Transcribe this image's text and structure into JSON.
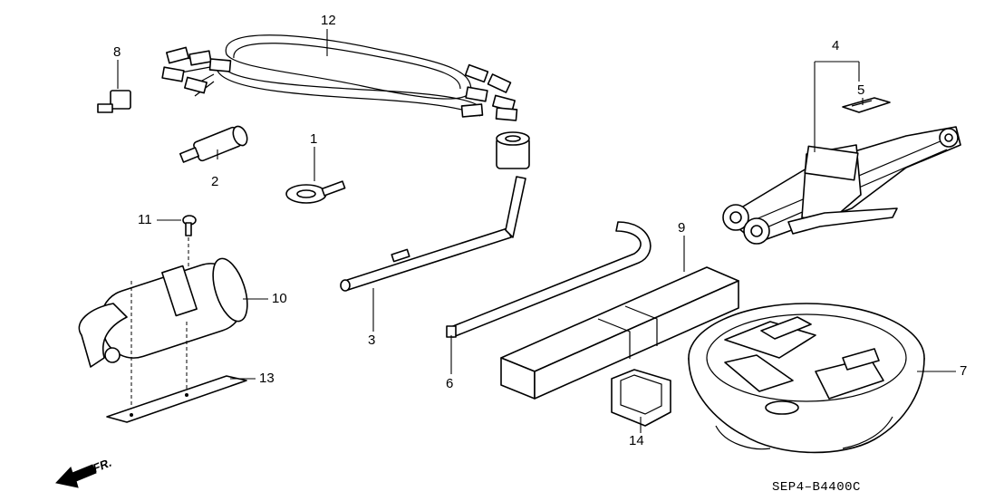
{
  "diagram": {
    "drawing_code": "SEP4–B4400C",
    "direction_label": "FR.",
    "callouts": [
      {
        "id": "1",
        "label": "1"
      },
      {
        "id": "2",
        "label": "2"
      },
      {
        "id": "3",
        "label": "3"
      },
      {
        "id": "4",
        "label": "4"
      },
      {
        "id": "5",
        "label": "5"
      },
      {
        "id": "6",
        "label": "6"
      },
      {
        "id": "7",
        "label": "7"
      },
      {
        "id": "8",
        "label": "8"
      },
      {
        "id": "9",
        "label": "9"
      },
      {
        "id": "10",
        "label": "10"
      },
      {
        "id": "11",
        "label": "11"
      },
      {
        "id": "12",
        "label": "12"
      },
      {
        "id": "13",
        "label": "13"
      },
      {
        "id": "14",
        "label": "14"
      }
    ]
  }
}
